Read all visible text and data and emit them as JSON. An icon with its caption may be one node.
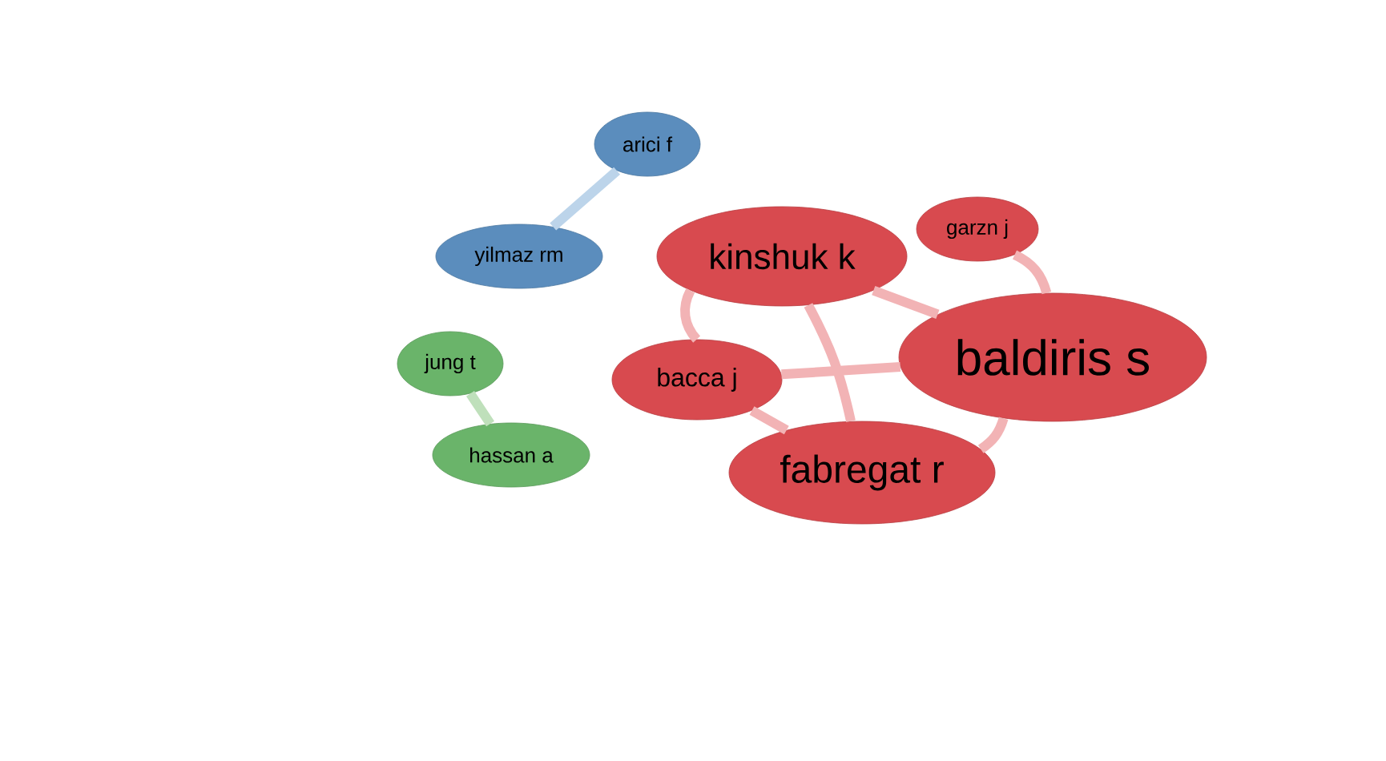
{
  "diagram": {
    "nodes": [
      {
        "text": [
          "arici f"
        ]
      },
      {
        "text": [
          "yilmaz rm"
        ]
      },
      {
        "text": [
          "kinshuk k"
        ]
      },
      {
        "text": [
          "garzn j"
        ]
      },
      {
        "text": [
          "jung t"
        ]
      },
      {
        "text": [
          "baldiris s"
        ]
      },
      {
        "text": [
          "bacca j"
        ]
      },
      {
        "text": [
          "hassan a"
        ]
      },
      {
        "text": [
          "fabregat r"
        ]
      }
    ],
    "edges": [
      {
        "from": 0,
        "to": 1,
        "arrow": "none",
        "color": "#bcd4ea"
      },
      {
        "from": 4,
        "to": 7,
        "arrow": "none",
        "color": "#bfe0bb"
      },
      {
        "from": 2,
        "to": 5,
        "arrow": "none"
      },
      {
        "from": 2,
        "to": 8,
        "arrow": "none"
      },
      {
        "from": 2,
        "to": 6,
        "arrow": "none"
      },
      {
        "from": 6,
        "to": 5,
        "arrow": "none"
      },
      {
        "from": 6,
        "to": 8,
        "arrow": "none"
      },
      {
        "from": 8,
        "to": 5,
        "arrow": "none"
      },
      {
        "from": 3,
        "to": 5,
        "arrow": "none"
      }
    ]
  }
}
